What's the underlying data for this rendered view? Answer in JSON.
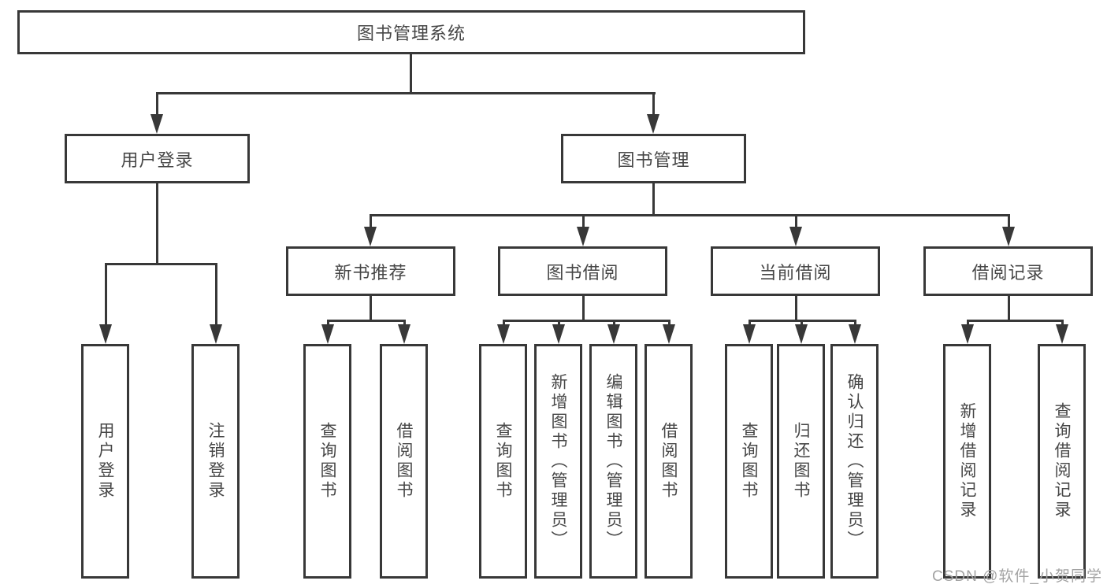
{
  "diagram_title": "图书管理系统",
  "nodes": {
    "root": "图书管理系统",
    "user_login": "用户登录",
    "book_mgmt": "图书管理",
    "new_book": "新书推荐",
    "book_borrow": "图书借阅",
    "current_borrow": "当前借阅",
    "borrow_records": "借阅记录",
    "leaf_user_login": "用户登录",
    "leaf_logout": "注销登录",
    "leaf_nb_query": "查询图书",
    "leaf_nb_borrow": "借阅图书",
    "leaf_bb_query": "查询图书",
    "leaf_bb_add": "新增图书（管理员）",
    "leaf_bb_edit": "编辑图书（管理员）",
    "leaf_bb_borrow": "借阅图书",
    "leaf_cb_query": "查询图书",
    "leaf_cb_return": "归还图书",
    "leaf_cb_confirm": "确认归还（管理员）",
    "leaf_br_add": "新增借阅记录",
    "leaf_br_query": "查询借阅记录"
  },
  "watermark": "CSDN @软件_小贺同学",
  "colors": {
    "line": "#383838",
    "text": "#474747",
    "watermark": "#a3a3a3",
    "background": "#ffffff"
  }
}
